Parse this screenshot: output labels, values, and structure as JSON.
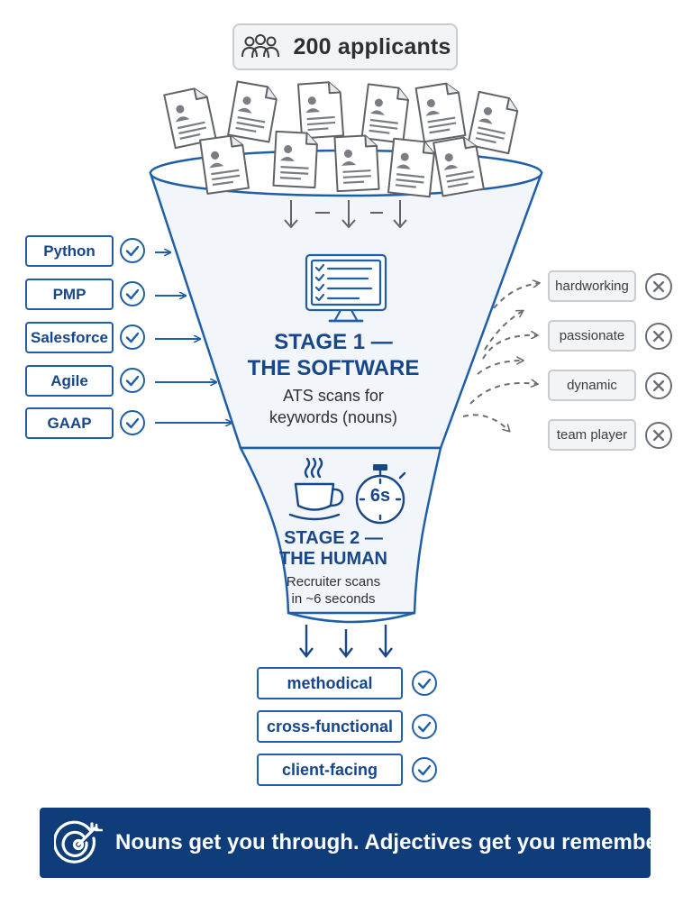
{
  "header": {
    "applicants_label": "200 applicants",
    "icon": "users-icon"
  },
  "stage1": {
    "title_line1": "STAGE 1 —",
    "title_line2": "THE SOFTWARE",
    "desc_line1": "ATS scans for",
    "desc_line2": "keywords (nouns)",
    "icon": "checklist-monitor-icon"
  },
  "stage2": {
    "title_line1": "STAGE 2 —",
    "title_line2": "THE HUMAN",
    "desc_line1": "Recruiter scans",
    "desc_line2": "in ~6 seconds",
    "timer_label": "6s",
    "icons": [
      "coffee-cup-icon",
      "stopwatch-icon"
    ]
  },
  "keywords": [
    {
      "label": "Python"
    },
    {
      "label": "PMP"
    },
    {
      "label": "Salesforce"
    },
    {
      "label": "Agile"
    },
    {
      "label": "GAAP"
    }
  ],
  "rejected_adjectives": [
    {
      "label": "hardworking"
    },
    {
      "label": "passionate"
    },
    {
      "label": "dynamic"
    },
    {
      "label": "team player"
    }
  ],
  "results": [
    {
      "label": "methodical"
    },
    {
      "label": "cross-functional"
    },
    {
      "label": "client-facing"
    }
  ],
  "banner": {
    "text": "Nouns get you through. Adjectives get you remembered.",
    "icon": "target-icon"
  },
  "colors": {
    "navy": "#0f3d7a",
    "blue": "#1f5fa8",
    "funnel_fill": "#f2f5f9",
    "gray_box": "#f3f4f5",
    "gray_border": "#c9cdd2"
  }
}
